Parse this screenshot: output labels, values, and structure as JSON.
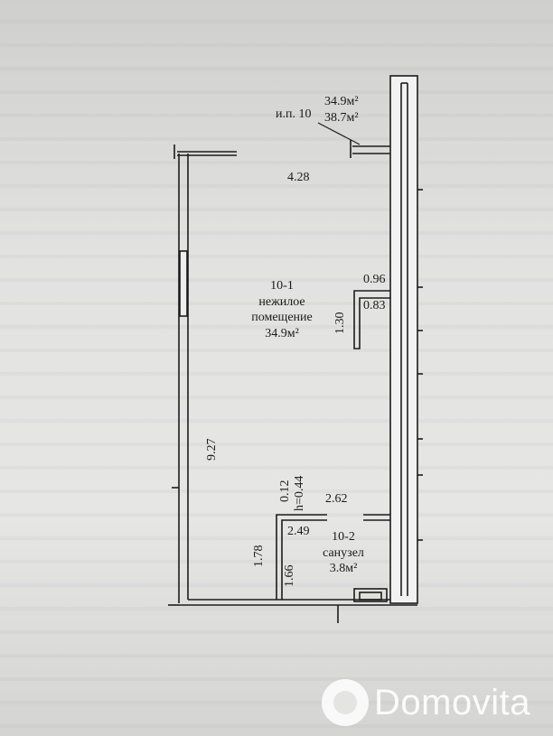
{
  "plan": {
    "apartment": {
      "label": "и.п. 10",
      "area_living": "34.9м²",
      "area_total": "38.7м²"
    },
    "rooms": [
      {
        "id": "10-1",
        "name_line1": "нежилое",
        "name_line2": "помещение",
        "area": "34.9м²"
      },
      {
        "id": "10-2",
        "name": "санузел",
        "area": "3.8м²"
      }
    ],
    "dimensions": {
      "top_width": "4.28",
      "room_length": "9.27",
      "niche_width": "0.96",
      "niche_depth": "0.83",
      "niche_height": "1.30",
      "bath_offset": "0.12",
      "bath_step": "h=0.44",
      "bath_width_top": "2.62",
      "bath_width_inner": "2.49",
      "bath_depth_outer": "1.78",
      "bath_depth_inner": "1.66"
    }
  },
  "watermark": {
    "text": "Domovita",
    "icon": "domovita-logo-icon"
  }
}
